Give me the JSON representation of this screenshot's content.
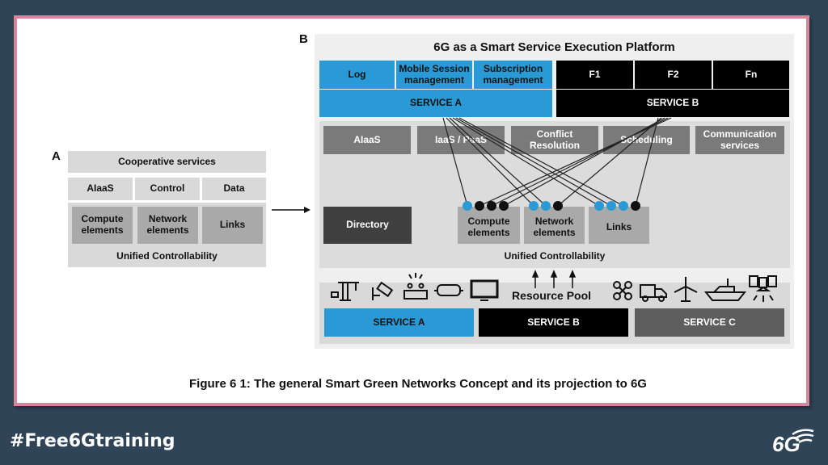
{
  "panel_a": {
    "label": "A",
    "cooperative": "Cooperative services",
    "services": [
      "AIaaS",
      "Control",
      "Data"
    ],
    "elements": [
      "Compute elements",
      "Network elements",
      "Links"
    ],
    "footer": "Unified Controllability"
  },
  "panel_b": {
    "label": "B",
    "title": "6G as a Smart Service Execution Platform",
    "service_a_functions": [
      "Log",
      "Mobile Session management",
      "Subscription management"
    ],
    "service_a_label": "SERVICE A",
    "service_b_functions": [
      "F1",
      "F2",
      "Fn"
    ],
    "service_b_label": "SERVICE B",
    "platform_services": [
      "AIaaS",
      "IaaS / PaaS",
      "Conflict Resolution",
      "Scheduling",
      "Communication services"
    ],
    "directory": "Directory",
    "elements": [
      "Compute elements",
      "Network elements",
      "Links"
    ],
    "element_ports": [
      [
        "blue",
        "black",
        "black",
        "black"
      ],
      [
        "blue",
        "blue",
        "black"
      ],
      [
        "blue",
        "blue",
        "blue",
        "black"
      ]
    ],
    "unified": "Unified Controllability",
    "resource_pool": "Resource Pool",
    "device_icons_left": [
      "crane-icon",
      "cctv-camera-icon",
      "router-icon",
      "vr-headset-icon",
      "monitor-icon"
    ],
    "device_icons_right": [
      "drone-icon",
      "truck-icon",
      "airplane-icon",
      "ship-icon",
      "satellite-icon"
    ],
    "bottom_services": [
      "SERVICE A",
      "SERVICE B",
      "SERVICE C"
    ]
  },
  "caption": "Figure 6 1: The general Smart Green Networks Concept and its projection to 6G",
  "footer": {
    "hashtag": "#Free6Gtraining",
    "logo": "6G"
  },
  "colors": {
    "background": "#2f4457",
    "frame_border": "#d6869c",
    "service_a": "#2a9ad6",
    "service_b": "#000000",
    "service_c": "#5e5e5e"
  }
}
